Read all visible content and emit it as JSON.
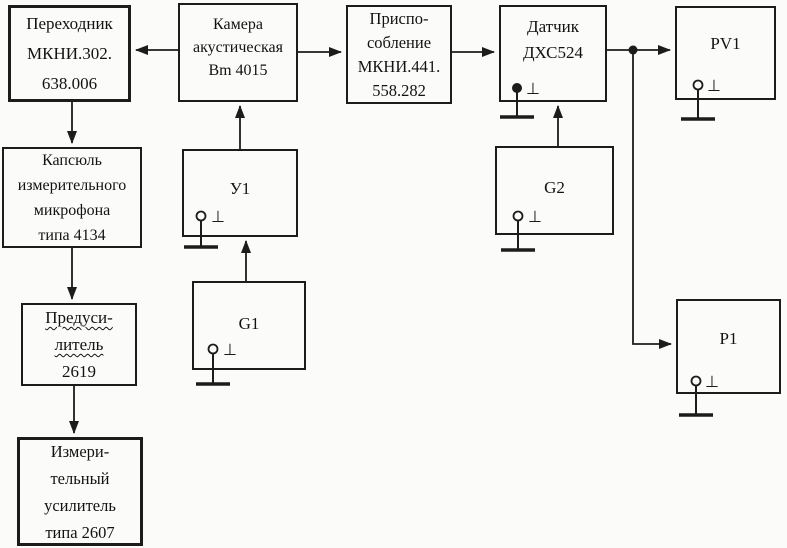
{
  "icons": {
    "ground": "⊥"
  },
  "diagram": {
    "colors": {
      "line": "#1c1c1c",
      "background": "#fbfbf9",
      "text": "#121212"
    },
    "boxes": {
      "adapter": {
        "lines": [
          "Переходник",
          "МКНИ.302.",
          "638.006"
        ]
      },
      "chamber": {
        "lines": [
          "Камера",
          "акустическая",
          "Вm 4015"
        ]
      },
      "fixture": {
        "lines": [
          "Приспо-",
          "собление",
          "МКНИ.441.",
          "558.282"
        ]
      },
      "sensor": {
        "lines": [
          "Датчик",
          "ДХС524"
        ]
      },
      "pv1": {
        "lines": [
          "PV1"
        ]
      },
      "capsule": {
        "lines": [
          "Капсюль",
          "измерительного",
          "микрофона",
          "типа 4134"
        ]
      },
      "u1": {
        "lines": [
          "У1"
        ]
      },
      "g2": {
        "lines": [
          "G2"
        ]
      },
      "preamp": {
        "lines": [
          "Предуси-",
          "литель",
          "2619"
        ]
      },
      "g1": {
        "lines": [
          "G1"
        ]
      },
      "p1": {
        "lines": [
          "P1"
        ]
      },
      "meas_amp": {
        "lines": [
          "Измери-",
          "тельный",
          "усилитель",
          "типа 2607"
        ]
      }
    }
  }
}
